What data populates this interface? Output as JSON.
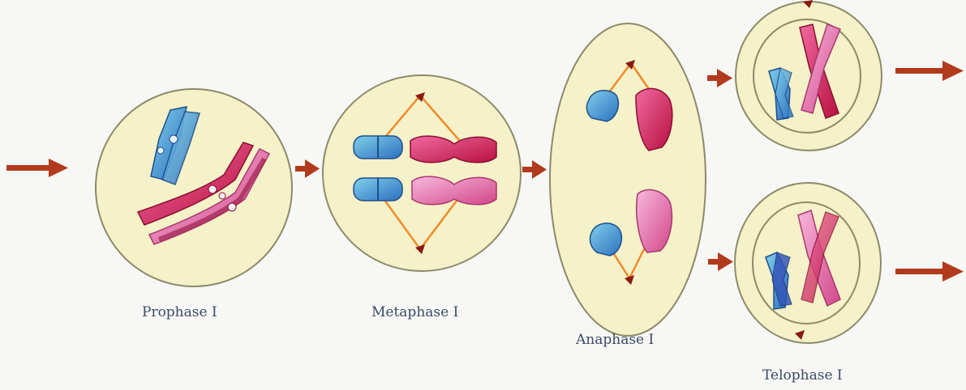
{
  "diagram": {
    "stages": [
      {
        "id": "prophase",
        "label": "Prophase I"
      },
      {
        "id": "metaphase",
        "label": "Metaphase I"
      },
      {
        "id": "anaphase",
        "label": "Anaphase I"
      },
      {
        "id": "telophase",
        "label": "Telophase I"
      }
    ],
    "colors": {
      "cell_fill": "#f5f1c8",
      "cell_stroke": "#8c8a6a",
      "arrow": "#b23a1c",
      "spindle": "#f08a2a",
      "pole": "#8a1a10",
      "chromosome_blue": "#3d8fd0",
      "chromosome_cyan": "#5fc0d8",
      "chromosome_red": "#d81e5b",
      "chromosome_pink": "#e88ac0"
    }
  }
}
